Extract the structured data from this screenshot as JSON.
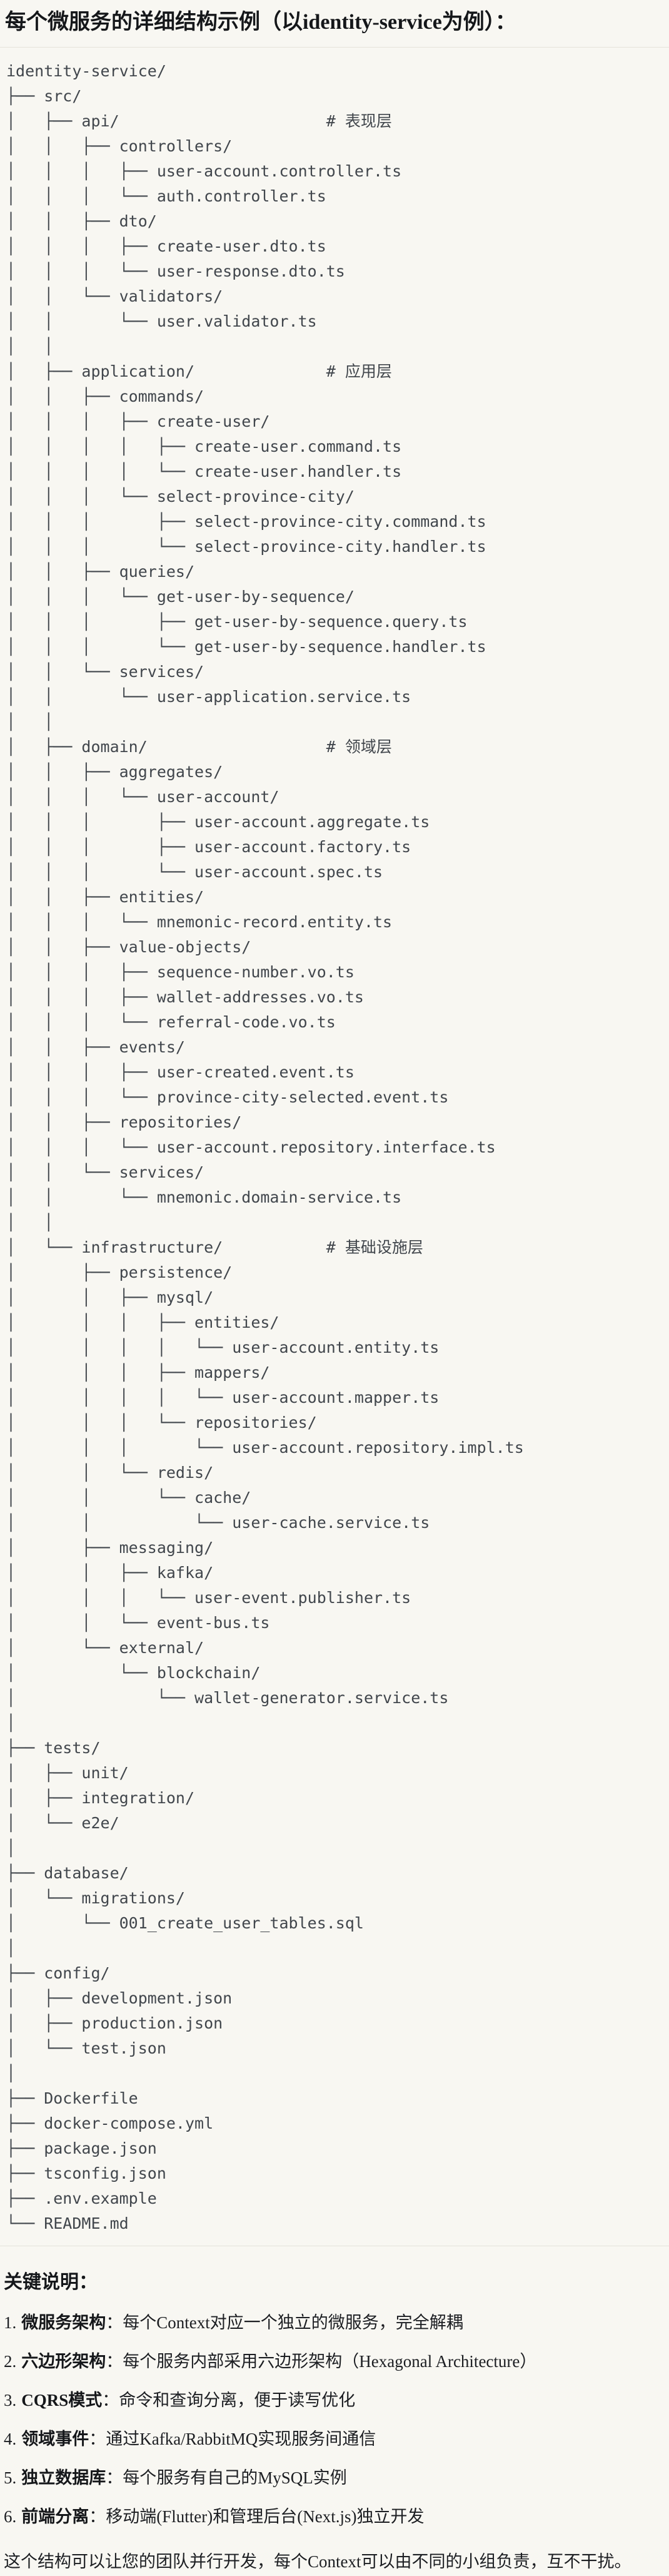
{
  "colors": {
    "bg": "#F8F7F2",
    "code_bg": "#F8F7F2",
    "divider": "#E5E3DB",
    "heading_text": "#15171A",
    "body_text": "#1C1E22",
    "tree_text": "#41464C"
  },
  "header": {
    "title": "每个微服务的详细结构示例（以identity-service为例）："
  },
  "tree": {
    "lines": [
      "identity-service/",
      "├── src/",
      "│   ├── api/                      # 表现层",
      "│   │   ├── controllers/",
      "│   │   │   ├── user-account.controller.ts",
      "│   │   │   └── auth.controller.ts",
      "│   │   ├── dto/",
      "│   │   │   ├── create-user.dto.ts",
      "│   │   │   └── user-response.dto.ts",
      "│   │   └── validators/",
      "│   │       └── user.validator.ts",
      "│   │",
      "│   ├── application/              # 应用层",
      "│   │   ├── commands/",
      "│   │   │   ├── create-user/",
      "│   │   │   │   ├── create-user.command.ts",
      "│   │   │   │   └── create-user.handler.ts",
      "│   │   │   └── select-province-city/",
      "│   │   │       ├── select-province-city.command.ts",
      "│   │   │       └── select-province-city.handler.ts",
      "│   │   ├── queries/",
      "│   │   │   └── get-user-by-sequence/",
      "│   │   │       ├── get-user-by-sequence.query.ts",
      "│   │   │       └── get-user-by-sequence.handler.ts",
      "│   │   └── services/",
      "│   │       └── user-application.service.ts",
      "│   │",
      "│   ├── domain/                   # 领域层",
      "│   │   ├── aggregates/",
      "│   │   │   └── user-account/",
      "│   │   │       ├── user-account.aggregate.ts",
      "│   │   │       ├── user-account.factory.ts",
      "│   │   │       └── user-account.spec.ts",
      "│   │   ├── entities/",
      "│   │   │   └── mnemonic-record.entity.ts",
      "│   │   ├── value-objects/",
      "│   │   │   ├── sequence-number.vo.ts",
      "│   │   │   ├── wallet-addresses.vo.ts",
      "│   │   │   └── referral-code.vo.ts",
      "│   │   ├── events/",
      "│   │   │   ├── user-created.event.ts",
      "│   │   │   └── province-city-selected.event.ts",
      "│   │   ├── repositories/",
      "│   │   │   └── user-account.repository.interface.ts",
      "│   │   └── services/",
      "│   │       └── mnemonic.domain-service.ts",
      "│   │",
      "│   └── infrastructure/           # 基础设施层",
      "│       ├── persistence/",
      "│       │   ├── mysql/",
      "│       │   │   ├── entities/",
      "│       │   │   │   └── user-account.entity.ts",
      "│       │   │   ├── mappers/",
      "│       │   │   │   └── user-account.mapper.ts",
      "│       │   │   └── repositories/",
      "│       │   │       └── user-account.repository.impl.ts",
      "│       │   └── redis/",
      "│       │       └── cache/",
      "│       │           └── user-cache.service.ts",
      "│       ├── messaging/",
      "│       │   ├── kafka/",
      "│       │   │   └── user-event.publisher.ts",
      "│       │   └── event-bus.ts",
      "│       └── external/",
      "│           └── blockchain/",
      "│               └── wallet-generator.service.ts",
      "│",
      "├── tests/",
      "│   ├── unit/",
      "│   ├── integration/",
      "│   └── e2e/",
      "│",
      "├── database/",
      "│   └── migrations/",
      "│       └── 001_create_user_tables.sql",
      "│",
      "├── config/",
      "│   ├── development.json",
      "│   ├── production.json",
      "│   └── test.json",
      "│",
      "├── Dockerfile",
      "├── docker-compose.yml",
      "├── package.json",
      "├── tsconfig.json",
      "├── .env.example",
      "└── README.md"
    ]
  },
  "notes": {
    "heading": "关键说明：",
    "items": [
      {
        "num": "1.",
        "label": "微服务架构",
        "text": "：每个Context对应一个独立的微服务，完全解耦"
      },
      {
        "num": "2.",
        "label": "六边形架构",
        "text": "：每个服务内部采用六边形架构（Hexagonal Architecture）"
      },
      {
        "num": "3.",
        "label": "CQRS模式",
        "text": "：命令和查询分离，便于读写优化"
      },
      {
        "num": "4.",
        "label": "领域事件",
        "text": "：通过Kafka/RabbitMQ实现服务间通信"
      },
      {
        "num": "5.",
        "label": "独立数据库",
        "text": "：每个服务有自己的MySQL实例"
      },
      {
        "num": "6.",
        "label": "前端分离",
        "text": "：移动端(Flutter)和管理后台(Next.js)独立开发"
      }
    ],
    "footer": "这个结构可以让您的团队并行开发，每个Context可以由不同的小组负责，互不干扰。"
  }
}
